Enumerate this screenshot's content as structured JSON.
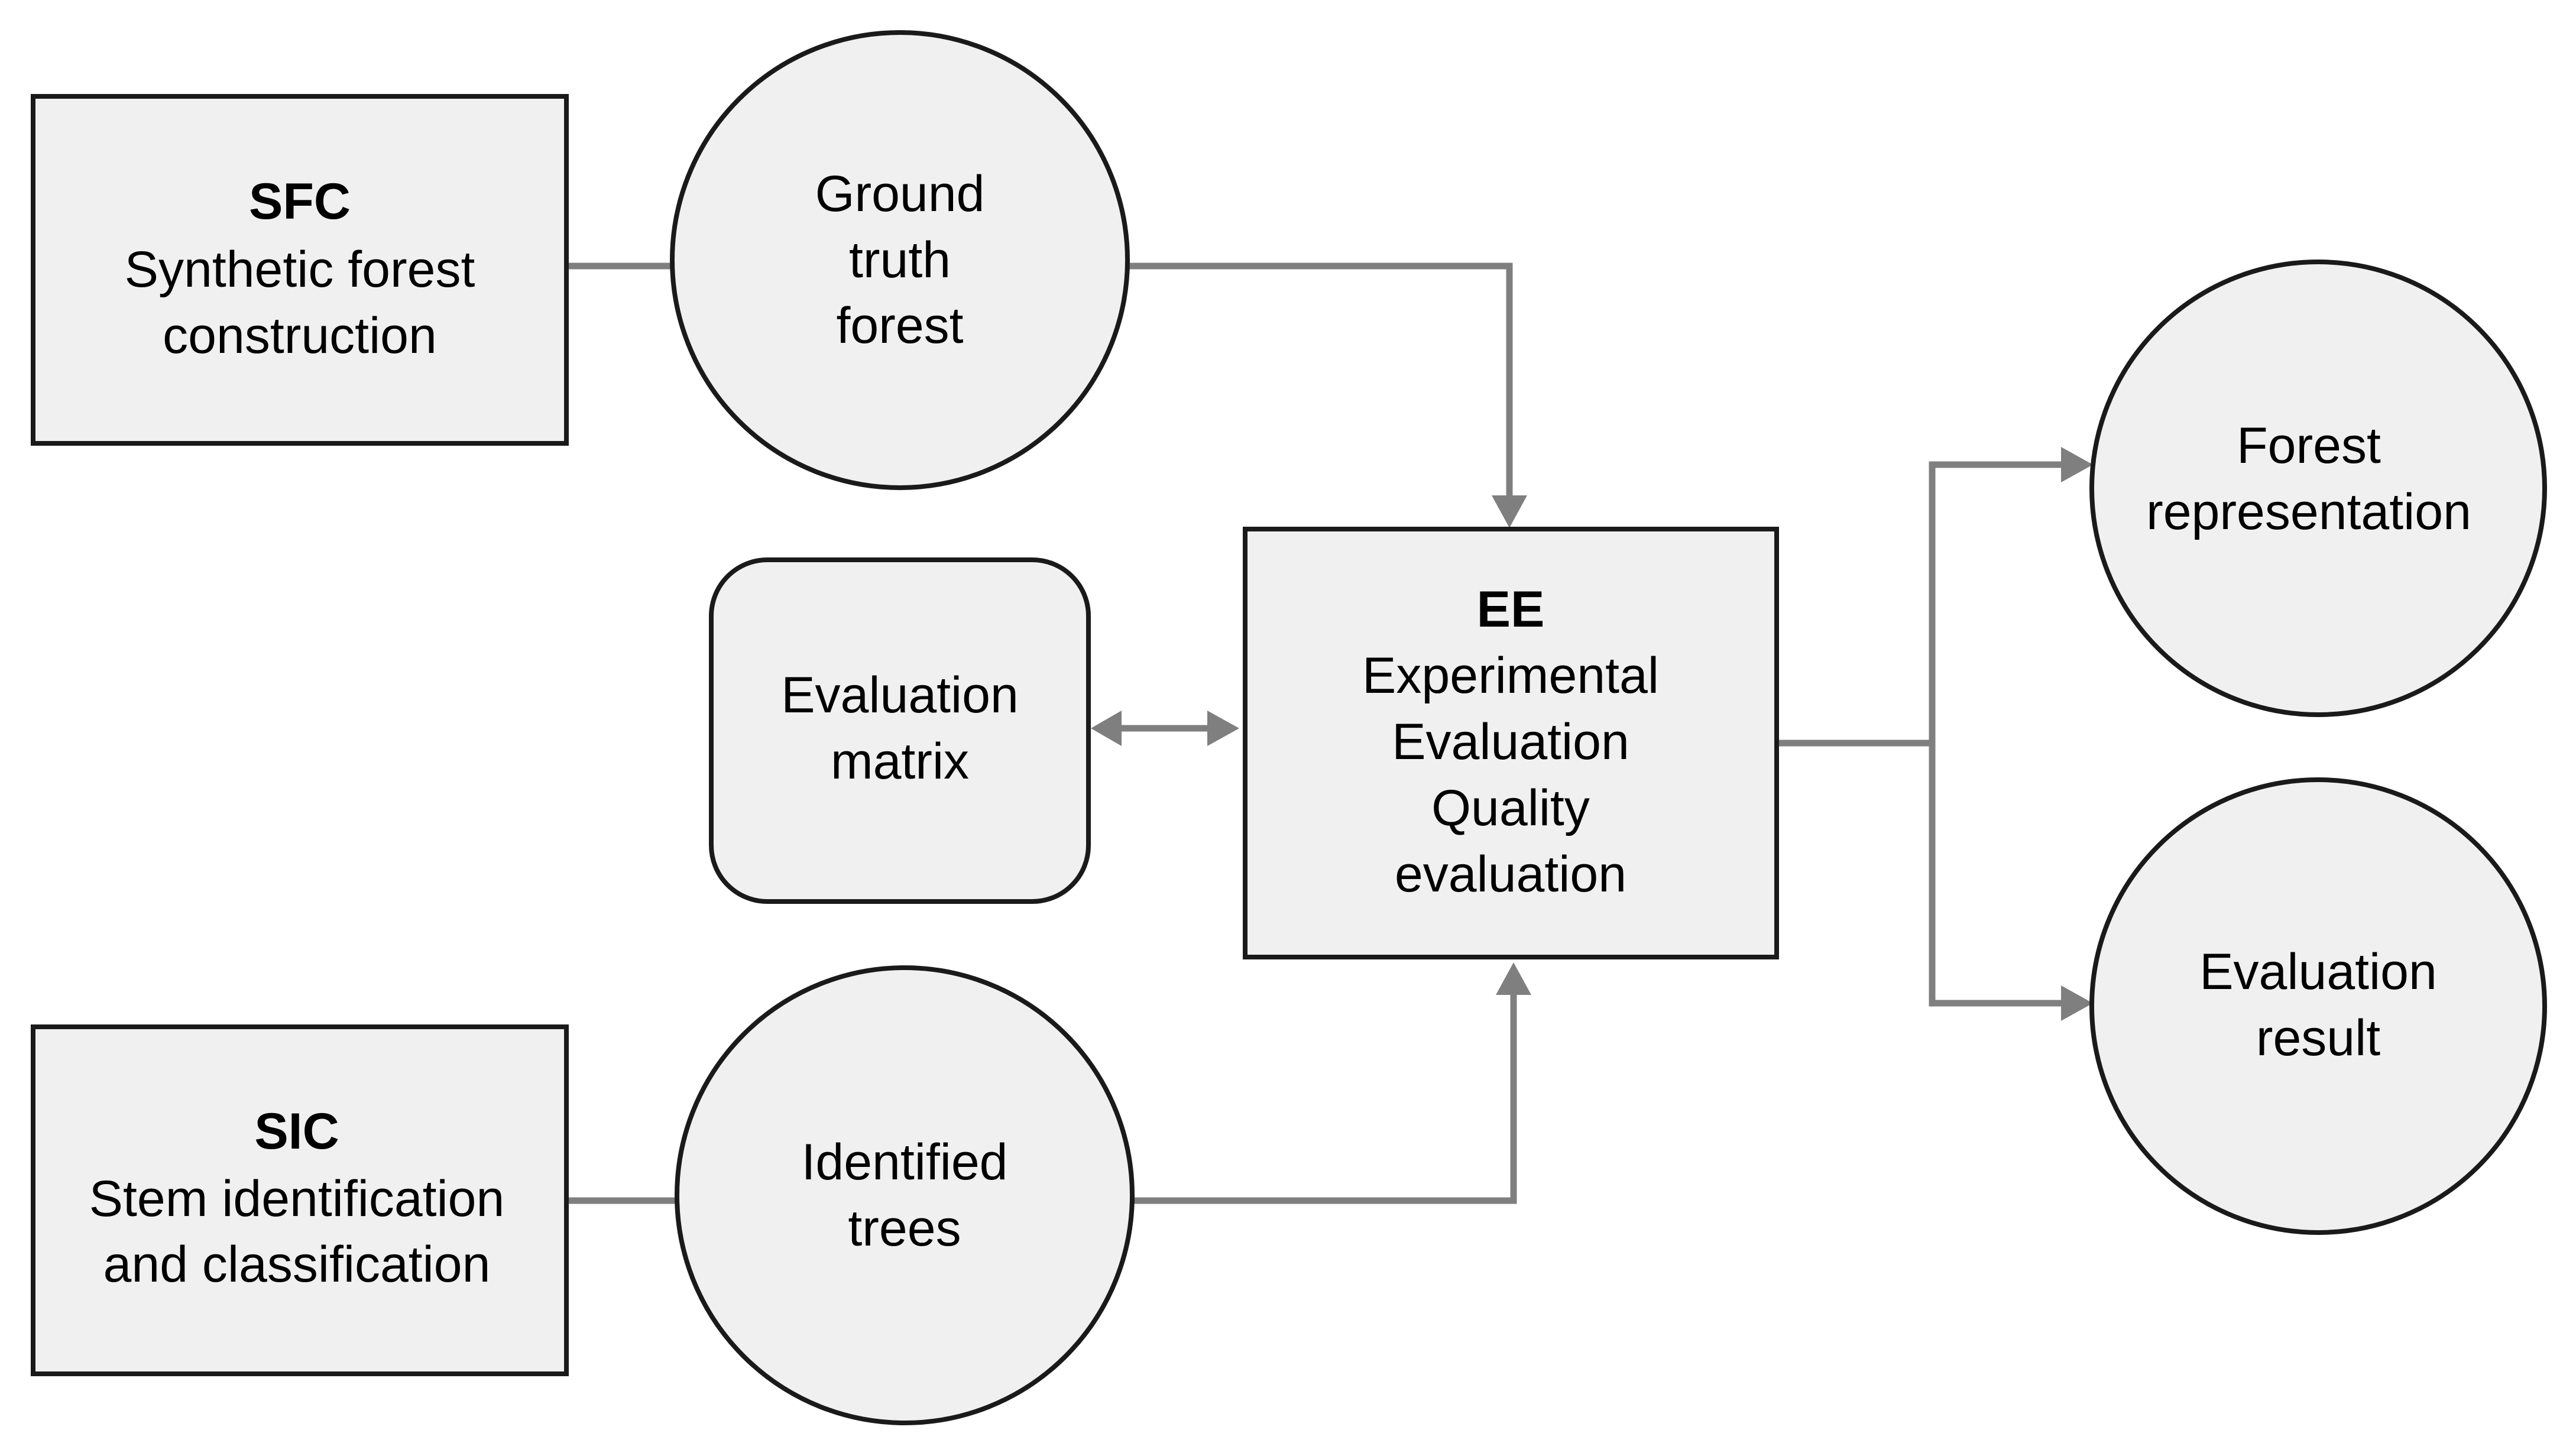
{
  "nodes": {
    "sfc": {
      "title": "SFC",
      "lines": [
        "Synthetic forest",
        "construction"
      ]
    },
    "ground_truth": {
      "lines": [
        "Ground",
        "truth",
        "forest"
      ]
    },
    "evaluation_matrix": {
      "lines": [
        "Evaluation",
        "matrix"
      ]
    },
    "ee": {
      "title": "EE",
      "lines": [
        "Experimental",
        "Evaluation",
        "Quality",
        "evaluation"
      ]
    },
    "sic": {
      "title": "SIC",
      "lines": [
        "Stem identification",
        "and classification"
      ]
    },
    "identified_trees": {
      "lines": [
        "Identified",
        "trees"
      ]
    },
    "forest_representation": {
      "lines": [
        "Forest",
        "representation"
      ]
    },
    "evaluation_result": {
      "lines": [
        "Evaluation",
        "result"
      ]
    }
  },
  "colors": {
    "node_fill": "#f0f0f0",
    "node_stroke": "#1a1a1a",
    "edge": "#7f7f7f"
  }
}
